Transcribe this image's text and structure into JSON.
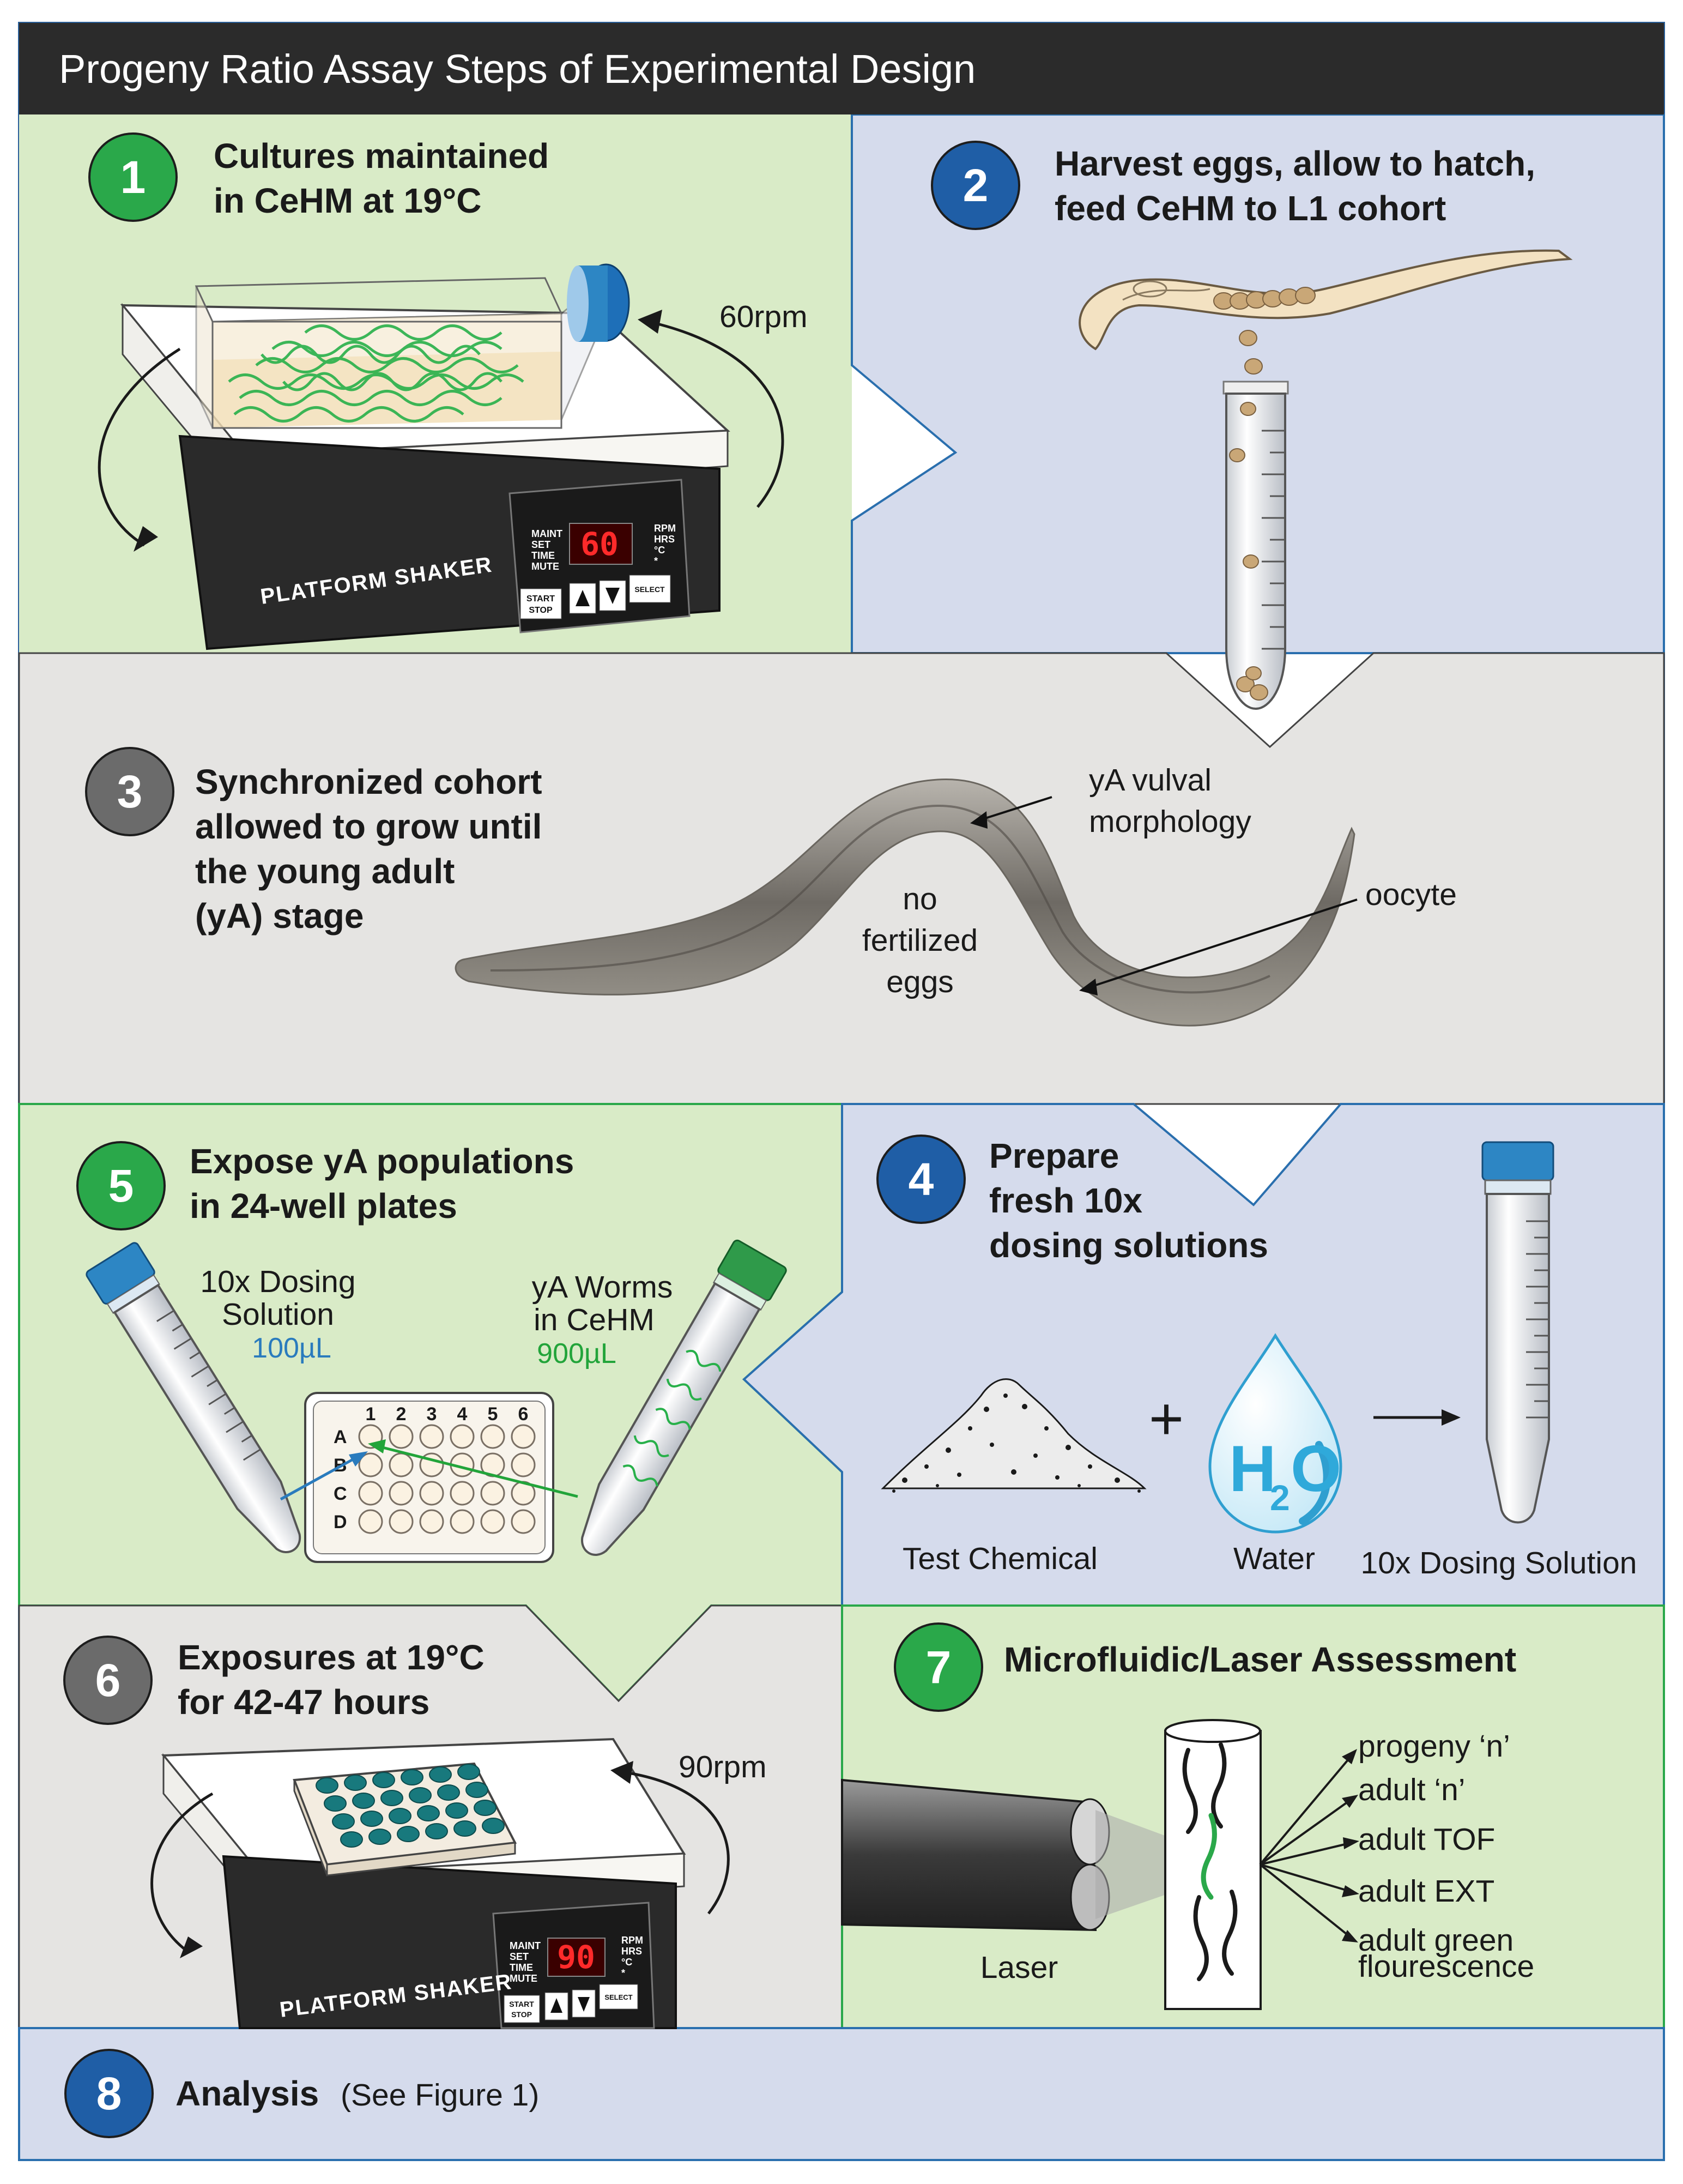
{
  "title": "Progeny Ratio Assay Steps of Experimental Design",
  "steps": {
    "s1": {
      "num": "1",
      "line1": "Cultures maintained",
      "line2": "in CeHM at 19°C"
    },
    "s2": {
      "num": "2",
      "line1": "Harvest eggs, allow to hatch,",
      "line2": "feed CeHM to L1 cohort"
    },
    "s3": {
      "num": "3",
      "line1": "Synchronized cohort",
      "line2": "allowed to grow until",
      "line3": "the young adult",
      "line4": "(yA) stage"
    },
    "s4": {
      "num": "4",
      "line1": "Prepare",
      "line2": "fresh 10x",
      "line3": "dosing solutions"
    },
    "s5": {
      "num": "5",
      "line1": "Expose yA populations",
      "line2": "in 24-well plates"
    },
    "s6": {
      "num": "6",
      "line1": "Exposures at 19°C",
      "line2": "for 42-47 hours"
    },
    "s7": {
      "num": "7",
      "line1": "Microfluidic/Laser Assessment"
    },
    "s8": {
      "num": "8",
      "label": "Analysis",
      "note": "(See Figure 1)"
    }
  },
  "shaker1": {
    "rpm_label": "60rpm",
    "display": "60",
    "brand": "PLATFORM SHAKER"
  },
  "shaker2": {
    "rpm_label": "90rpm",
    "display": "90",
    "brand": "PLATFORM SHAKER"
  },
  "shaker_panel": {
    "modes": [
      "MAINT",
      "SET",
      "TIME",
      "MUTE"
    ],
    "units": [
      "RPM",
      "HRS",
      "°C",
      "*"
    ],
    "start": "START",
    "stop": "STOP",
    "select": "SELECT"
  },
  "worm_labels": {
    "vulva_1": "yA vulval",
    "vulva_2": "morphology",
    "oocyte": "oocyte",
    "noeggs_1": "no",
    "noeggs_2": "fertilized",
    "noeggs_3": "eggs"
  },
  "dosing": {
    "chemical": "Test Chemical",
    "water": "Water",
    "solution": "10x Dosing Solution",
    "plus": "+",
    "h2o_h": "H",
    "h2o_2": "2",
    "h2o_o": "O"
  },
  "exposure": {
    "left_1": "10x Dosing",
    "left_2": "Solution",
    "left_vol": "100µL",
    "right_1": "yA Worms",
    "right_2": "in CeHM",
    "right_vol": "900µL",
    "rows": [
      "A",
      "B",
      "C",
      "D"
    ],
    "cols": [
      "1",
      "2",
      "3",
      "4",
      "5",
      "6"
    ]
  },
  "assessment": {
    "laser": "Laser",
    "outputs": [
      "progeny ‘n’",
      "adult ‘n’",
      "adult TOF",
      "adult EXT",
      "adult green",
      "flourescence"
    ]
  },
  "colors": {
    "green_bg": "#d9ebc7",
    "blue_bg": "#d5dbec",
    "gray_bg": "#e5e4e2",
    "green_badge": "#2aa84a",
    "blue_badge": "#1f5ea6",
    "gray_badge": "#6b6b6b",
    "title_bar": "#2b2b2b",
    "tube_cap_blue": "#2d86c4",
    "tube_cap_green": "#2f9a4a"
  }
}
